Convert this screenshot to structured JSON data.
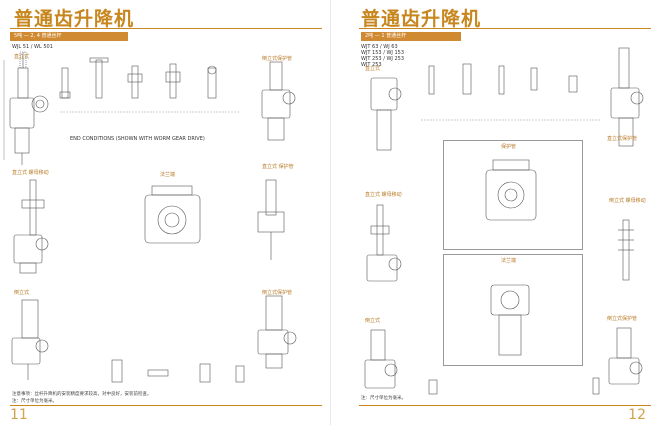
{
  "left": {
    "title": "普通齿升降机",
    "band": "5吨 — 2, 4 普通丝杆",
    "models": [
      "WJL 51 / WL 501"
    ],
    "labels": {
      "upright": "直立式",
      "upright_travel": "直立式 螺母移动",
      "inverted": "倒立式",
      "inverted_protect": "倒立式保护管",
      "flange": "法兰端",
      "upright_protect": "直立式 保护管",
      "inverted_protect2": "倒立式保护管"
    },
    "spec_line": "END CONDITIONS (SHOWN WITH WORM GEAR DRIVE)",
    "notes": [
      "注意事项：丝杆升降机的安装精度要求较高，对中良好，安装前检查。",
      "注：尺寸单位为毫米。"
    ],
    "page_number": "11"
  },
  "right": {
    "title": "普通齿升降机",
    "band": "2吨 — 1 普通丝杆",
    "models": [
      "WJT 63 / WJ 63",
      "WJT 153 / WJ 153",
      "WJT 253 / WJ 253",
      "WJT 253"
    ],
    "labels": {
      "upright": "直立式",
      "upright_protect": "直立式保护管",
      "flange_top": "保护管",
      "upright_travel": "直立式 螺母移动",
      "inverted_side": "倒立式 螺母移动",
      "flange_bottom": "法兰端",
      "inverted": "倒立式",
      "inverted_protect": "倒立式保护管"
    },
    "notes": [
      "注：尺寸单位为毫米。"
    ],
    "page_number": "12"
  }
}
